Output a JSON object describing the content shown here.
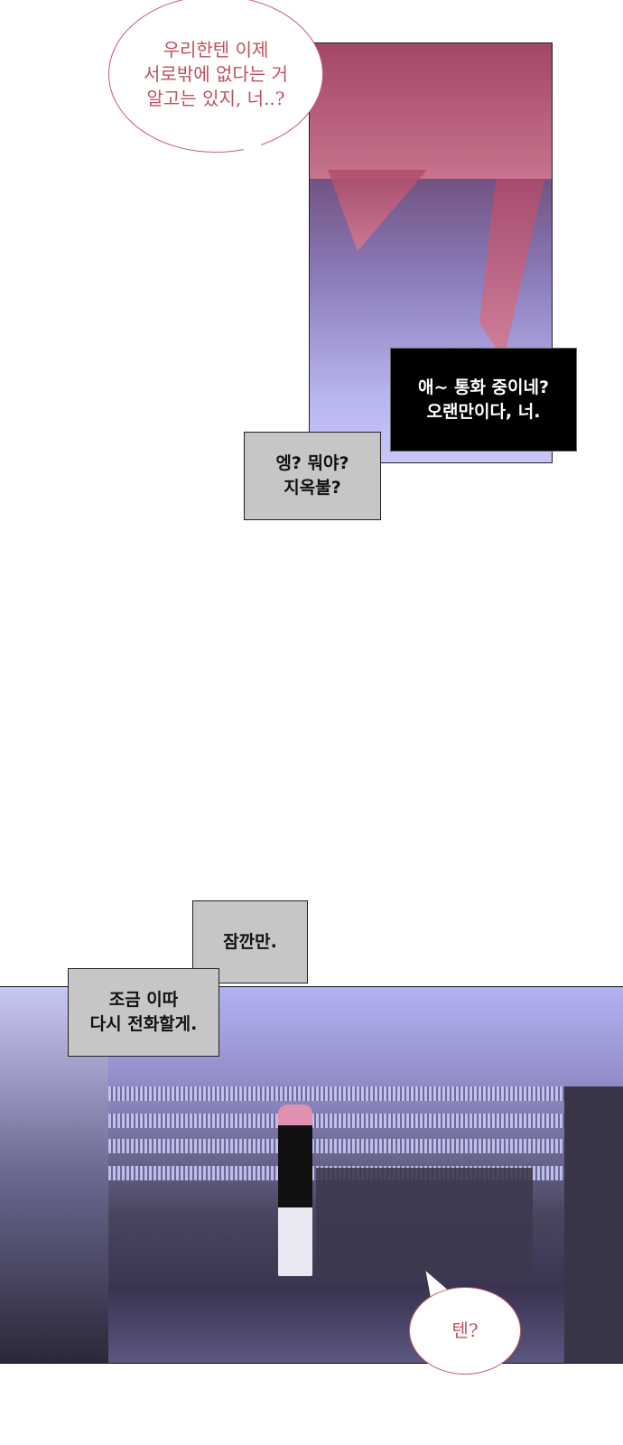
{
  "bubbles": {
    "top": "우리한텐 이제\n서로밖에 없다는 거\n알고는 있지, 너..?",
    "bottom": "텐?"
  },
  "captions": {
    "black": "애~ 통화 중이네?\n오랜만이다, 너.",
    "gray1": "엥? 뭐야?\n지옥불?",
    "gray2": "잠깐만.",
    "gray3": "조금 이따\n다시 전화할게."
  },
  "colors": {
    "bubble_text": "#c0505e",
    "caption_gray": "#c6c6c6",
    "panel_purple": "#b3b2f2"
  }
}
